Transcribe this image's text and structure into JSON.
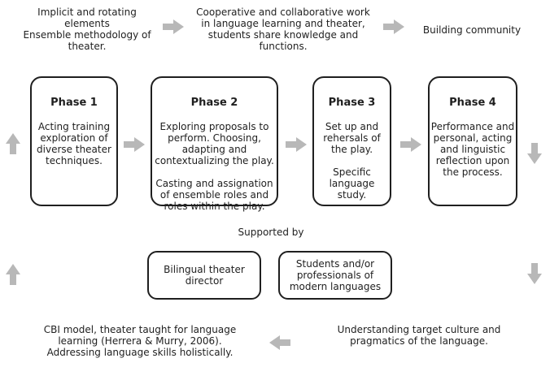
{
  "top_row": {
    "item1": "Implicit and rotating\nelements\nEnsemble methodology of\ntheater.",
    "item2": "Cooperative and collaborative work\nin language learning and theater,\nstudents share knowledge and\nfunctions.",
    "item3": "Building community"
  },
  "phases": [
    {
      "title": "Phase 1",
      "text": "Acting training\nexploration of\ndiverse theater\ntechniques."
    },
    {
      "title": "Phase 2",
      "text": "Exploring proposals to\nperform. Choosing,\nadapting and\ncontextualizing the play.\n\nCasting and assignation\nof ensemble roles and\nroles within the play."
    },
    {
      "title": "Phase 3",
      "text": "Set up and\nrehersals of\nthe play.\n\nSpecific\nlanguage\nstudy."
    },
    {
      "title": "Phase 4",
      "text": "Performance and\npersonal, acting\nand linguistic\nreflection upon\nthe process."
    }
  ],
  "supported_by": {
    "label": "Supported by",
    "director": "Bilingual theater\ndirector",
    "students": "Students and/or\nprofessionals of\nmodern languages"
  },
  "bottom_row": {
    "left": "CBI model, theater taught for language\nlearning (Herrera & Murry, 2006).\nAddressing language skills holistically.",
    "right": "Understanding target culture and\npragmatics of the language."
  },
  "colors": {
    "arrow": "#b8b8b8",
    "border": "#1f1f1f",
    "text": "#1f1f1f"
  }
}
